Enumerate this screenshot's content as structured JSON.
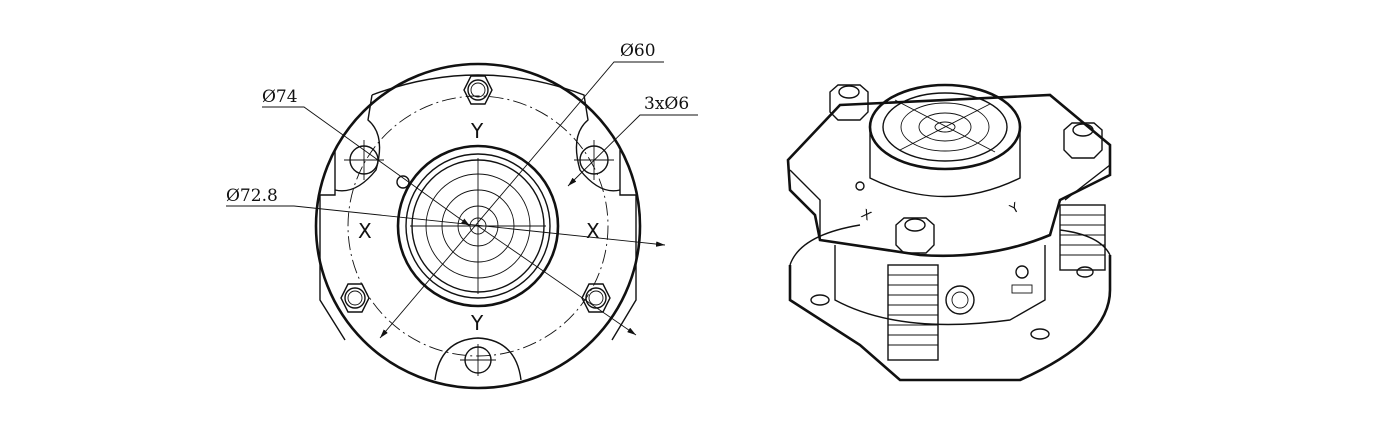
{
  "front_view": {
    "dimensions": {
      "d60": "Ø60",
      "d74": "Ø74",
      "holes": "3xØ6",
      "d72_8": "Ø72.8"
    },
    "axis_labels": {
      "y_top": "Y",
      "y_bottom": "Y",
      "x_left": "X",
      "x_right": "X"
    }
  },
  "iso_view": {
    "axis_labels": {
      "x": "X",
      "y": "Y"
    }
  }
}
